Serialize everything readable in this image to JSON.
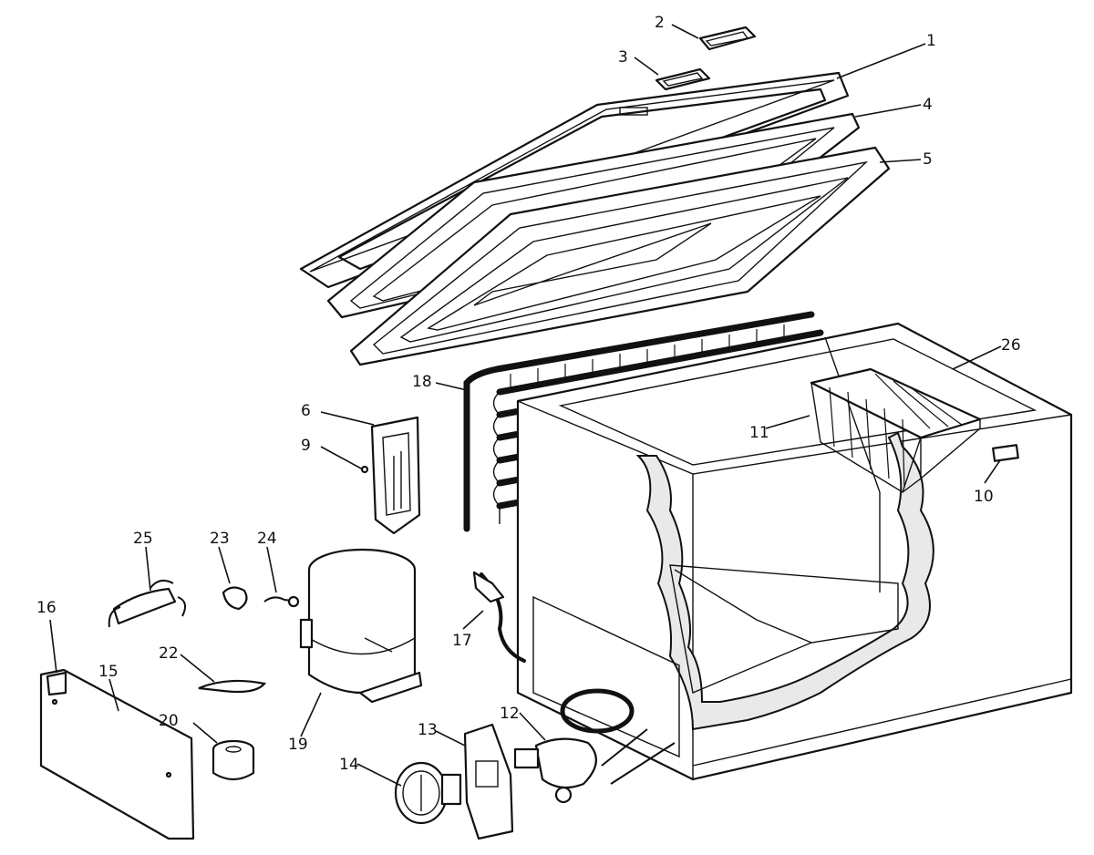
{
  "diagram": {
    "callouts": [
      "1",
      "2",
      "3",
      "4",
      "5",
      "6",
      "9",
      "10",
      "11",
      "12",
      "13",
      "14",
      "15",
      "16",
      "17",
      "18",
      "19",
      "20",
      "22",
      "23",
      "24",
      "25",
      "26"
    ]
  }
}
